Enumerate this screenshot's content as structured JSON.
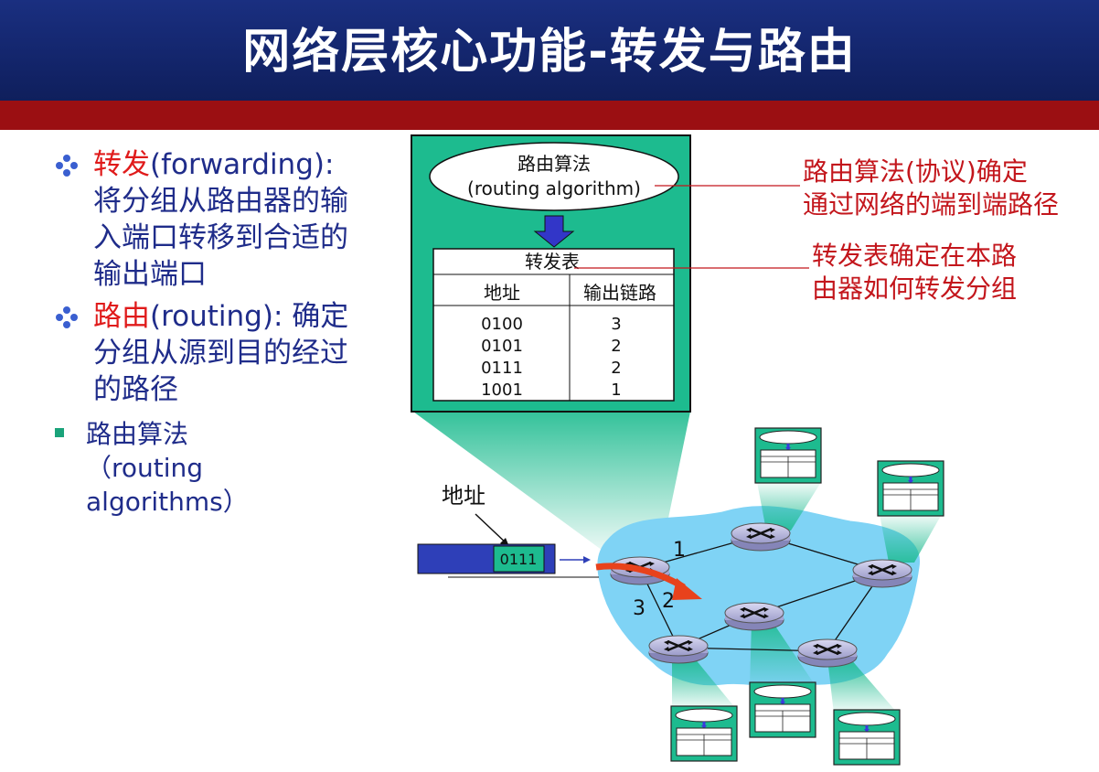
{
  "title": "网络层核心功能-转发与路由",
  "bullets": [
    {
      "term": "转发",
      "rest_first": "(forwarding):",
      "rest": "将分组从路由器的输入端口转移到合适的输出端口"
    },
    {
      "term": "路由",
      "rest_first": "(routing): 确定",
      "rest": "分组从源到目的经过的路径"
    }
  ],
  "sub_bullet": {
    "line1": "路由算法",
    "line2": "（routing",
    "line3": "algorithms）"
  },
  "router_box": {
    "algo_cn": "路由算法",
    "algo_en": "(routing algorithm)",
    "table_title": "转发表",
    "col_addr": "地址",
    "col_link": "输出链路",
    "rows": [
      {
        "addr": "0100",
        "link": "3"
      },
      {
        "addr": "0101",
        "link": "2"
      },
      {
        "addr": "0111",
        "link": "2"
      },
      {
        "addr": "1001",
        "link": "1"
      }
    ]
  },
  "notes": {
    "routing_line1": "路由算法(协议)确定",
    "routing_line2": "通过网络的端到端路径",
    "forward_line1": "转发表确定在本路",
    "forward_line2": "由器如何转发分组"
  },
  "packet": {
    "label": "地址",
    "value": "0111"
  },
  "links": {
    "l1": "1",
    "l2": "2",
    "l3": "3"
  },
  "colors": {
    "title_bg": "#13256b",
    "red_bar": "#9b0f12",
    "box_green": "#1dbb8f",
    "cloud": "#7fd3f5",
    "note_red": "#c3161c",
    "text_blue": "#1f2c8a"
  }
}
